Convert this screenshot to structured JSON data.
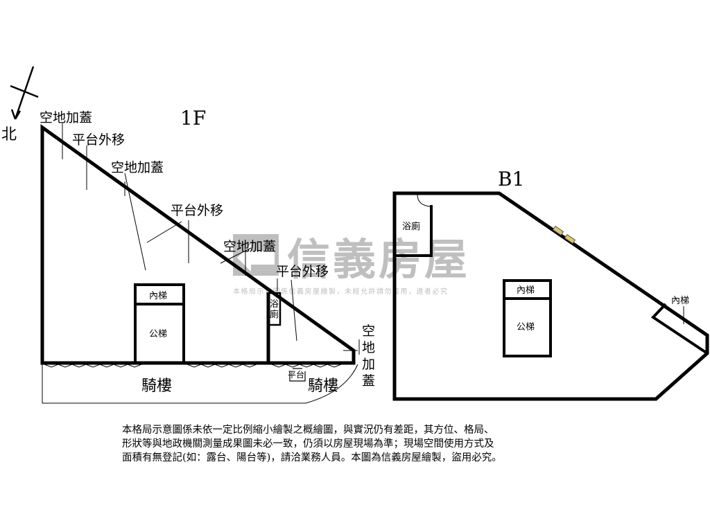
{
  "floor_1": {
    "title": "1F",
    "north_label": "北",
    "annotations": [
      "空地加蓋",
      "平台外移",
      "空地加蓋",
      "平台外移",
      "空地加蓋",
      "平台外移"
    ],
    "right_annotation": [
      "空",
      "地",
      "加",
      "蓋"
    ],
    "inner_stair": "內梯",
    "public_stair": "公梯",
    "bathroom": [
      "浴",
      "廁"
    ],
    "platform": "平台",
    "arcade_left": "騎樓",
    "arcade_right": "騎樓"
  },
  "basement_1": {
    "title": "B1",
    "bathroom": "浴廁",
    "inner_stair": "內梯",
    "public_stair": "公梯",
    "inner_stair_side": "內梯"
  },
  "watermark": {
    "brand": "信義房屋",
    "notice": "本格局示意圖係信義房屋繪製，未經允許請勿盜用，違者必究"
  },
  "disclaimer": [
    "本格局示意圖係未依一定比例縮小繪製之概繪圖，與實況仍有差距，其方位、格局、",
    "形狀等與地政機關測量成果圖未必一致，仍須以房屋現場為準；現場空間使用方式及",
    "面積有無登記(如：露台、陽台等)，請洽業務人員。本圖為信義房屋繪製，盜用必究。"
  ],
  "colors": {
    "line": "#000000",
    "watermark": "#9a9a9a",
    "window_marker": "#d8c96a"
  }
}
